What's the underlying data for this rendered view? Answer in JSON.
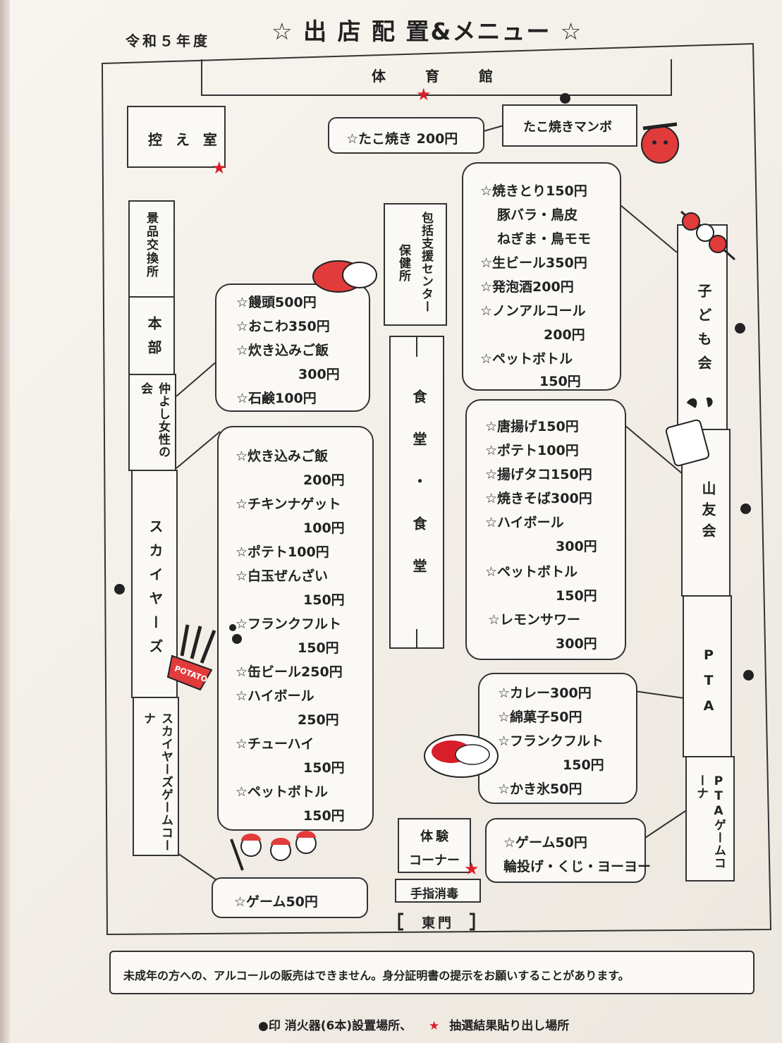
{
  "header": {
    "year": "令和５年度",
    "title": "☆ 出 店 配 置&メニュー ☆"
  },
  "places": {
    "gym": "体　育　館",
    "waiting_room": "控 え 室",
    "takoyaki_shop": "たこ焼きマンボ",
    "prize_exchange": "景品交換所",
    "hq": "本部",
    "women_assoc": "仲よし女性の会",
    "skyers": "スカイヤーズ",
    "skyers_game": "スカイヤーズゲームコーナ",
    "support_center": "包括支援センター",
    "health_office": "保健所",
    "cafeteria": "食堂・食堂",
    "kids_assoc": "子ども会",
    "yamatomo": "山友会",
    "pta": "PTA",
    "pta_game": "PTAゲームコーナ",
    "experience_corner": [
      "体験",
      "コーナー"
    ],
    "hand_sanitizer": "手指消毒",
    "east_gate": "東門"
  },
  "menus": {
    "takoyaki": [
      "☆たこ焼き 200円"
    ],
    "manju": [
      "☆饅頭500円",
      "☆おこわ350円",
      "☆炊き込みご飯",
      "300円",
      "☆石鹸100円"
    ],
    "skyers_menu": [
      "☆炊き込みご飯",
      "200円",
      "☆チキンナゲット",
      "100円",
      "☆ポテト100円",
      "☆白玉ぜんざい",
      "150円",
      "☆フランクフルト",
      "150円",
      "☆缶ビール250円",
      "☆ハイボール",
      "250円",
      "☆チューハイ",
      "150円",
      "☆ペットボトル",
      "150円"
    ],
    "skyers_game": [
      "☆ゲーム50円"
    ],
    "yakitori": [
      "☆焼きとり150円",
      "豚バラ・鳥皮",
      "ねぎま・鳥モモ",
      "☆生ビール350円",
      "☆発泡酒200円",
      "☆ノンアルコール",
      "200円",
      "☆ペットボトル",
      "150円"
    ],
    "karaage": [
      "☆唐揚げ150円",
      "☆ポテト100円",
      "☆揚げタコ150円",
      "☆焼きそば300円",
      "☆ハイボール",
      "300円",
      "☆ペットボトル",
      "150円",
      "☆レモンサワー",
      "300円"
    ],
    "curry": [
      "☆カレー300円",
      "☆綿菓子50円",
      "☆フランクフルト",
      "150円",
      "☆かき氷50円"
    ],
    "pta_game": [
      "☆ゲーム50円",
      "輪投げ・くじ・ヨーヨー"
    ]
  },
  "notice": "未成年の方への、アルコールの販売はできません。身分証明書の提示をお願いすることがあります。",
  "legend": {
    "dot_text": "●印 消火器(6本)設置場所、",
    "star_symbol": "★",
    "star_text": "抽選結果貼り出し場所"
  },
  "illustration_text": {
    "potato": "POTATO"
  },
  "colors": {
    "accent_red": "#d81e2a",
    "line": "#333333"
  }
}
